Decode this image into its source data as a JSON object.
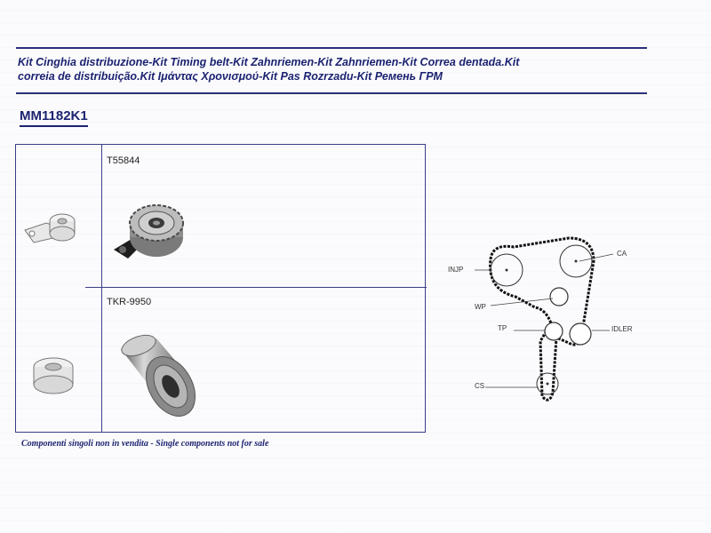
{
  "header": {
    "title_line1": "Kit Cinghia distribuzione-Kit Timing belt-Kit Zahnriemen-Kit Zahnriemen-Kit Correa dentada.Kit",
    "title_line2": "correia de distribuição.Kit Ιμάντας Χρονισμού-Kit Pas Rozrzadu-Kit Ремень ГРМ",
    "kit_code": "MM1182K1"
  },
  "parts": [
    {
      "code": "T55844",
      "icon": "tensioner-pulley-icon"
    },
    {
      "code": "TKR-9950",
      "icon": "idler-pulley-icon"
    }
  ],
  "diagram": {
    "labels": {
      "injp": "INJP",
      "ca": "CA",
      "wp": "WP",
      "tp": "TP",
      "idler": "IDLER",
      "cs": "CS"
    }
  },
  "footnote": "Componenti singoli non in vendita - Single components not for sale",
  "colors": {
    "accent": "#1c2370",
    "frame": "#3a3f86"
  }
}
